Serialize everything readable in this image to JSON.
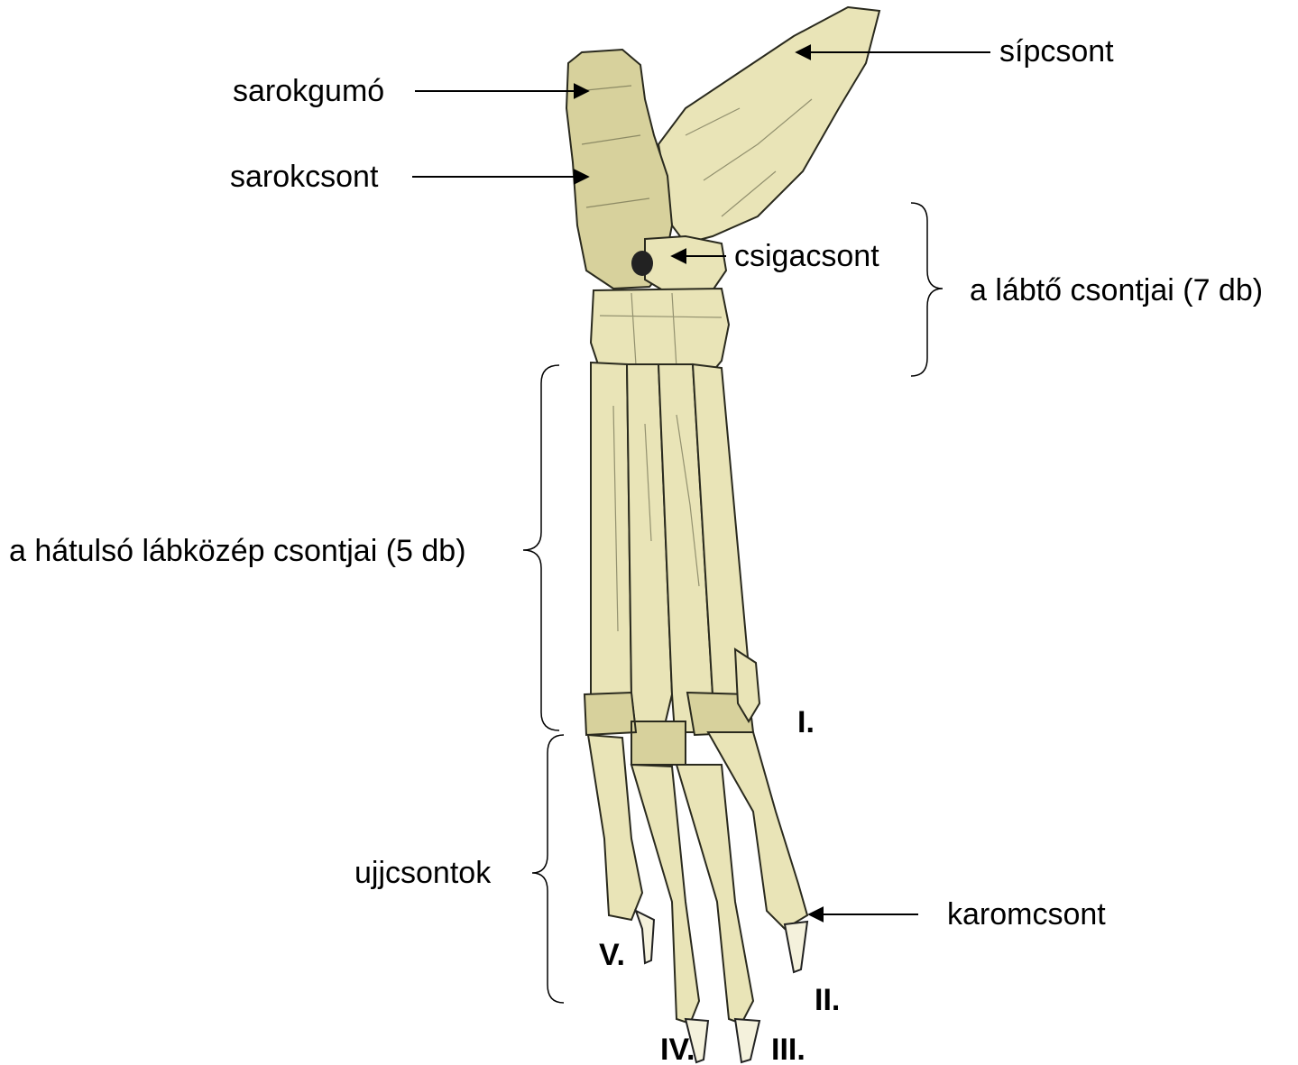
{
  "labels": {
    "sipcsont": "sípcsont",
    "sarokgumo": "sarokgumó",
    "sarokcsont": "sarokcsont",
    "csigacsont": "csigacsont",
    "labto": "a lábtő csontjai (7 db)",
    "labkozep": "a hátulsó lábközép csontjai (5 db)",
    "ujjcsontok": "ujjcsontok",
    "karomcsont": "karomcsont"
  },
  "digits": {
    "d1": "I.",
    "d2": "II.",
    "d3": "III.",
    "d4": "IV.",
    "d5": "V."
  },
  "colors": {
    "bone": "#e9e4b7",
    "outline": "#2a2a1e"
  }
}
